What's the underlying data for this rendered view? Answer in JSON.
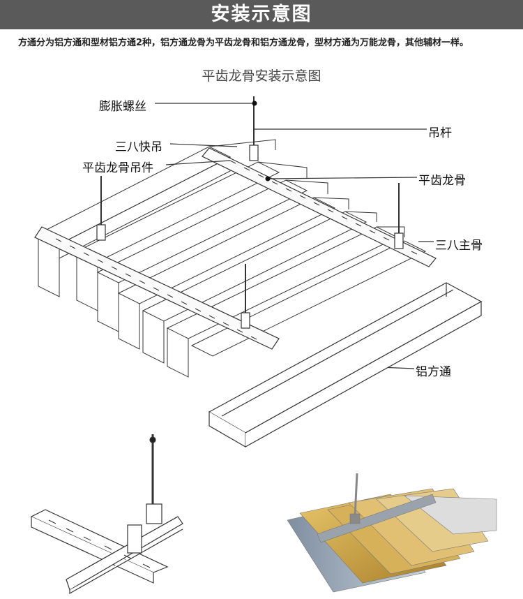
{
  "header": {
    "title": "安装示意图"
  },
  "intro_text": "方通分为铝方通和型材铝方通2种，铝方通龙骨为平齿龙骨和铝方通龙骨，型材方通为万能龙骨，其他辅材一样。",
  "diagram": {
    "title": "平齿龙骨安装示意图",
    "labels": {
      "expansion_screw": "膨胀螺丝",
      "hanger_rod": "吊杆",
      "quick_hanger": "三八快吊",
      "keel_hanger": "平齿龙骨吊件",
      "flat_tooth_keel": "平齿龙骨",
      "main_keel": "三八主骨",
      "aluminum_tube": "铝方通"
    }
  },
  "colors": {
    "banner": "#5a5a5a",
    "line": "#333333",
    "gold": "#c9a24a",
    "silver": "#b8b8b8"
  }
}
